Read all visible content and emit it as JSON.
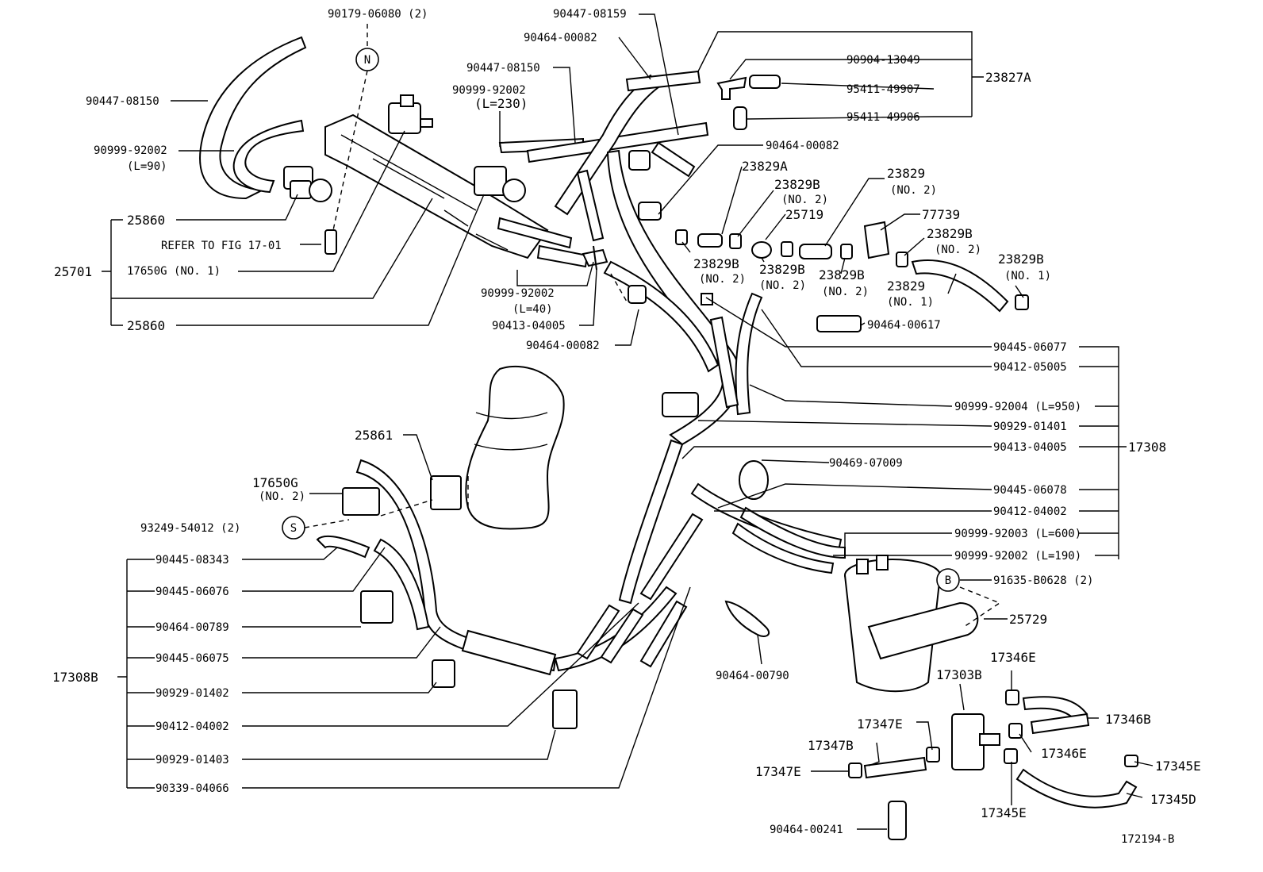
{
  "diagram_id": "172194-B",
  "left_labels": [
    {
      "id": "l1",
      "text": "90179-06080 (2)"
    },
    {
      "id": "l2",
      "text": "90447-08150"
    },
    {
      "id": "l3",
      "text": "90999-92002"
    },
    {
      "id": "l4",
      "text": "(L=90)"
    },
    {
      "id": "l5",
      "text": "25860"
    },
    {
      "id": "l6",
      "text": "REFER TO FIG 17-01"
    },
    {
      "id": "l7",
      "text": "25701"
    },
    {
      "id": "l8",
      "text": "17650G (NO. 1)"
    },
    {
      "id": "l9",
      "text": "25860"
    },
    {
      "id": "l10",
      "text": "25861"
    },
    {
      "id": "l11",
      "text": "17650G"
    },
    {
      "id": "l12",
      "text": "(NO. 2)"
    },
    {
      "id": "l13",
      "text": "93249-54012 (2)"
    },
    {
      "id": "l14",
      "text": "17308B"
    }
  ],
  "center_labels": [
    {
      "id": "c1",
      "text": "90447-08159"
    },
    {
      "id": "c2",
      "text": "90464-00082"
    },
    {
      "id": "c3",
      "text": "90447-08150"
    },
    {
      "id": "c4",
      "text": "90999-92002"
    },
    {
      "id": "c5",
      "text": "(L=230)"
    },
    {
      "id": "c6",
      "text": "90999-92002"
    },
    {
      "id": "c7",
      "text": "(L=40)"
    },
    {
      "id": "c8",
      "text": "90413-04005"
    },
    {
      "id": "c9",
      "text": "90464-00082"
    },
    {
      "id": "c10",
      "text": "90464-00790"
    }
  ],
  "group_17308B": [
    "90445-08343",
    "90445-06076",
    "90464-00789",
    "90445-06075",
    "90929-01402",
    "90412-04002",
    "90929-01403",
    "90339-04066"
  ],
  "right_top_labels": [
    {
      "id": "r1",
      "text": "90904-13049"
    },
    {
      "id": "r2",
      "text": "95411-49907"
    },
    {
      "id": "r3",
      "text": "95411-49906"
    },
    {
      "id": "r4",
      "text": "23827A"
    },
    {
      "id": "r5",
      "text": "90464-00082"
    },
    {
      "id": "r6",
      "text": "23829A"
    },
    {
      "id": "r7",
      "text": "23829B"
    },
    {
      "id": "r8",
      "text": "(NO. 2)"
    },
    {
      "id": "r9",
      "text": "25719"
    },
    {
      "id": "r10",
      "text": "23829"
    },
    {
      "id": "r11",
      "text": "(NO. 2)"
    },
    {
      "id": "r12",
      "text": "77739"
    },
    {
      "id": "r13",
      "text": "23829B"
    },
    {
      "id": "r14",
      "text": "(NO. 2)"
    },
    {
      "id": "r15",
      "text": "23829B"
    },
    {
      "id": "r16",
      "text": "(NO. 1)"
    },
    {
      "id": "r17",
      "text": "23829B"
    },
    {
      "id": "r18",
      "text": "(NO. 2)"
    },
    {
      "id": "r19",
      "text": "23829B"
    },
    {
      "id": "r20",
      "text": "(NO. 2)"
    },
    {
      "id": "r21",
      "text": "23829B"
    },
    {
      "id": "r22",
      "text": "(NO. 2)"
    },
    {
      "id": "r23",
      "text": "23829"
    },
    {
      "id": "r24",
      "text": "(NO. 1)"
    },
    {
      "id": "r25",
      "text": "90464-00617"
    }
  ],
  "group_17308": [
    "90445-06077",
    "90412-05005",
    "90999-92004 (L=950)",
    "90929-01401",
    "90413-04005",
    "90469-07009",
    "90445-06078",
    "90412-04002",
    "90999-92003 (L=600)",
    "90999-92002 (L=190)"
  ],
  "group_17308_label": "17308",
  "right_bottom_labels": [
    {
      "id": "b1",
      "text": "91635-B0628 (2)"
    },
    {
      "id": "b2",
      "text": "25729"
    },
    {
      "id": "b3",
      "text": "17346E"
    },
    {
      "id": "b4",
      "text": "17303B"
    },
    {
      "id": "b5",
      "text": "17346B"
    },
    {
      "id": "b6",
      "text": "17347E"
    },
    {
      "id": "b7",
      "text": "17346E"
    },
    {
      "id": "b8",
      "text": "17347B"
    },
    {
      "id": "b9",
      "text": "17347E"
    },
    {
      "id": "b10",
      "text": "17345E"
    },
    {
      "id": "b11",
      "text": "17345D"
    },
    {
      "id": "b12",
      "text": "17345E"
    },
    {
      "id": "b13",
      "text": "90464-00241"
    }
  ],
  "callout_letters": {
    "n": "N",
    "s": "S",
    "b": "B"
  }
}
